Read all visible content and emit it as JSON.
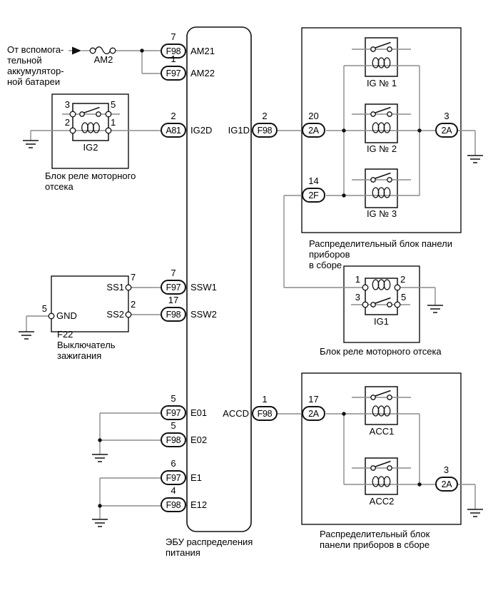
{
  "labels": {
    "battery": "От вспомога-\nтельной\nаккумулятор-\nной батареи",
    "fuse": "AM2",
    "ecu": "ЭБУ распределения\nпитания",
    "ig2_block": "Блок реле моторного\nотсека",
    "top_block": "Распределительный блок панели приборов\nв сборе",
    "ig1_block": "Блок реле моторного отсека",
    "acc_block": "Распределительный блок\nпанели приборов в сборе"
  },
  "ignition_switch": {
    "caption": "F22\nВыключатель\nзажигания",
    "ss1": "SS1",
    "ss2": "SS2",
    "gnd": "GND",
    "ss1_pin": "7",
    "ss2_pin": "2",
    "gnd_pin": "5"
  },
  "relays": {
    "ig2": {
      "name": "IG2",
      "pins": {
        "tl": "3",
        "tr": "5",
        "bl": "2",
        "br": "1"
      }
    },
    "ig1": {
      "name": "IG1",
      "pins": {
        "tl": "1",
        "tr": "2",
        "bl": "3",
        "br": "5"
      }
    },
    "ig_n1": {
      "name": "IG № 1"
    },
    "ig_n2": {
      "name": "IG № 2"
    },
    "ig_n3": {
      "name": "IG № 3"
    },
    "acc1": {
      "name": "ACC1"
    },
    "acc2": {
      "name": "ACC2"
    }
  },
  "connectors": {
    "am21": {
      "pin": "7",
      "code": "F98",
      "signal": "AM21"
    },
    "am22": {
      "pin": "1",
      "code": "F97",
      "signal": "AM22"
    },
    "ig2d": {
      "pin": "2",
      "code": "A81",
      "signal": "IG2D"
    },
    "ig1d": {
      "pin": "2",
      "code": "F98",
      "signal": "IG1D"
    },
    "ssw1": {
      "pin": "7",
      "code": "F97",
      "signal": "SSW1"
    },
    "ssw2": {
      "pin": "17",
      "code": "F98",
      "signal": "SSW2"
    },
    "e01": {
      "pin": "5",
      "code": "F97",
      "signal": "E01"
    },
    "e02": {
      "pin": "5",
      "code": "F98",
      "signal": "E02"
    },
    "e1": {
      "pin": "6",
      "code": "F97",
      "signal": "E1"
    },
    "e12": {
      "pin": "4",
      "code": "F98",
      "signal": "E12"
    },
    "accd": {
      "pin": "1",
      "code": "F98",
      "signal": "ACCD"
    },
    "j2a_20": {
      "pin": "20",
      "code": "2A"
    },
    "j2a_3t": {
      "pin": "3",
      "code": "2A"
    },
    "j2f_14": {
      "pin": "14",
      "code": "2F"
    },
    "j2a_17": {
      "pin": "17",
      "code": "2A"
    },
    "j2a_3b": {
      "pin": "3",
      "code": "2A"
    }
  },
  "colors": {
    "wire": "#8c8c8c",
    "line": "#111111"
  }
}
